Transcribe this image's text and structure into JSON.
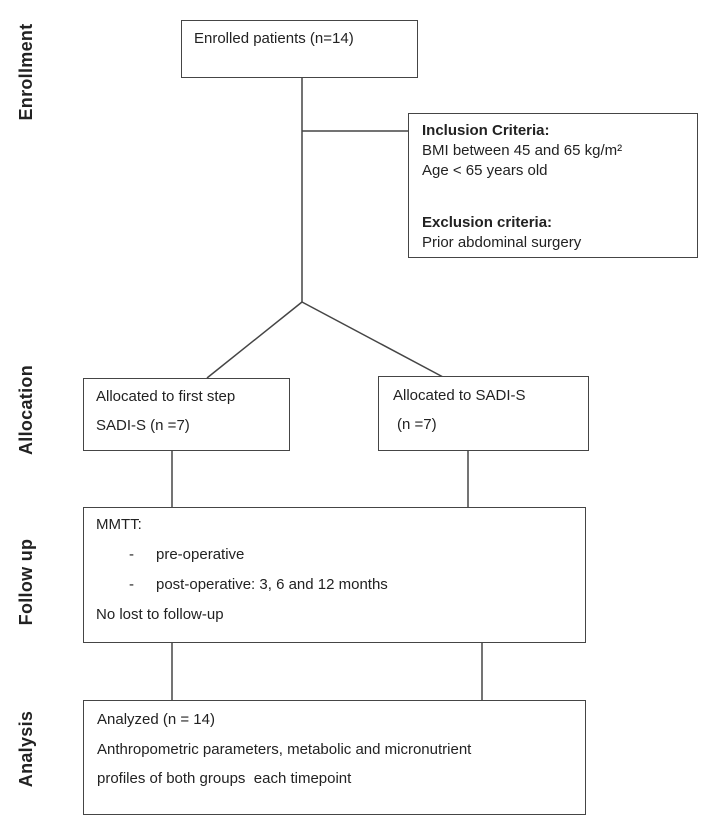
{
  "colors": {
    "background": "#ffffff",
    "box_border": "#454545",
    "connector_line": "#454545",
    "text": "#222222"
  },
  "stages": [
    {
      "label": "Enrollment"
    },
    {
      "label": "Allocation"
    },
    {
      "label": "Follow up"
    },
    {
      "label": "Analysis"
    }
  ],
  "boxes": {
    "enrolled": {
      "text": "Enrolled patients (n=14)"
    },
    "criteria": {
      "inclusion_heading": "Inclusion Criteria:",
      "inclusion_line1": "BMI between 45 and 65 kg/m²",
      "inclusion_line2": "Age < 65 years old",
      "exclusion_heading": "Exclusion criteria:",
      "exclusion_line1": "Prior abdominal surgery"
    },
    "alloc_left": {
      "line1": "Allocated to first step",
      "line2": "SADI-S (n =7)"
    },
    "alloc_right": {
      "line1": "Allocated to SADI-S",
      "line2": "(n =7)"
    },
    "followup": {
      "heading": "MMTT:",
      "bullet_marker": "-",
      "bullet1": "pre-operative",
      "bullet2": "post-operative: 3, 6 and 12 months",
      "footer": "No lost to follow-up"
    },
    "analysis": {
      "line1": "Analyzed (n = 14)",
      "line2": "Anthropometric parameters, metabolic and micronutrient",
      "line3": "profiles of both groups  each timepoint"
    }
  }
}
